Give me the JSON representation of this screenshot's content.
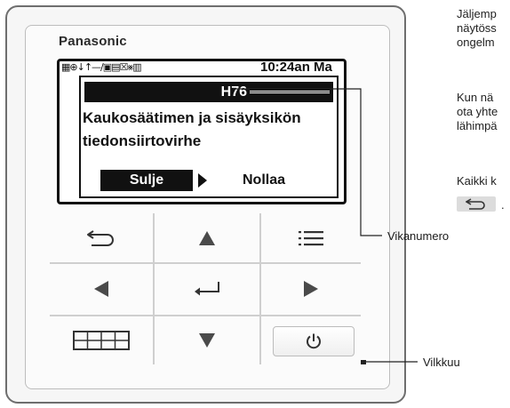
{
  "device": {
    "brand": "Panasonic",
    "status_icons": "▦⊕↓↑—∕▣▤☒⨳▥",
    "clock": "10:24an Ma"
  },
  "dialog": {
    "error_code": "H76",
    "message_line1": "Kaukosäätimen ja sisäyksikön",
    "message_line2": "tiedonsiirtovirhe",
    "close_label": "Sulje",
    "reset_label": "Nollaa"
  },
  "keys": {
    "back": "back-arrow-icon",
    "up": "up-triangle-icon",
    "menu": "menu-list-icon",
    "left": "left-triangle-icon",
    "enter": "enter-icon",
    "right": "right-triangle-icon",
    "grid": "grid-icon",
    "down": "down-triangle-icon",
    "power": "power-icon"
  },
  "callouts": {
    "error_number": "Vikanumero",
    "blinking": "Vilkkuu"
  },
  "side_text": {
    "para1": [
      "Jäljemp",
      "näytöss",
      "ongelm"
    ],
    "para2": [
      "Kun nä",
      "ota yhte",
      "lähimpä"
    ],
    "para3": "Kaikki k",
    "para3_end": "."
  },
  "colors": {
    "lcd_ink": "#111111",
    "panel": "#f6f6f6",
    "icon_gray": "#4a4a4a"
  }
}
